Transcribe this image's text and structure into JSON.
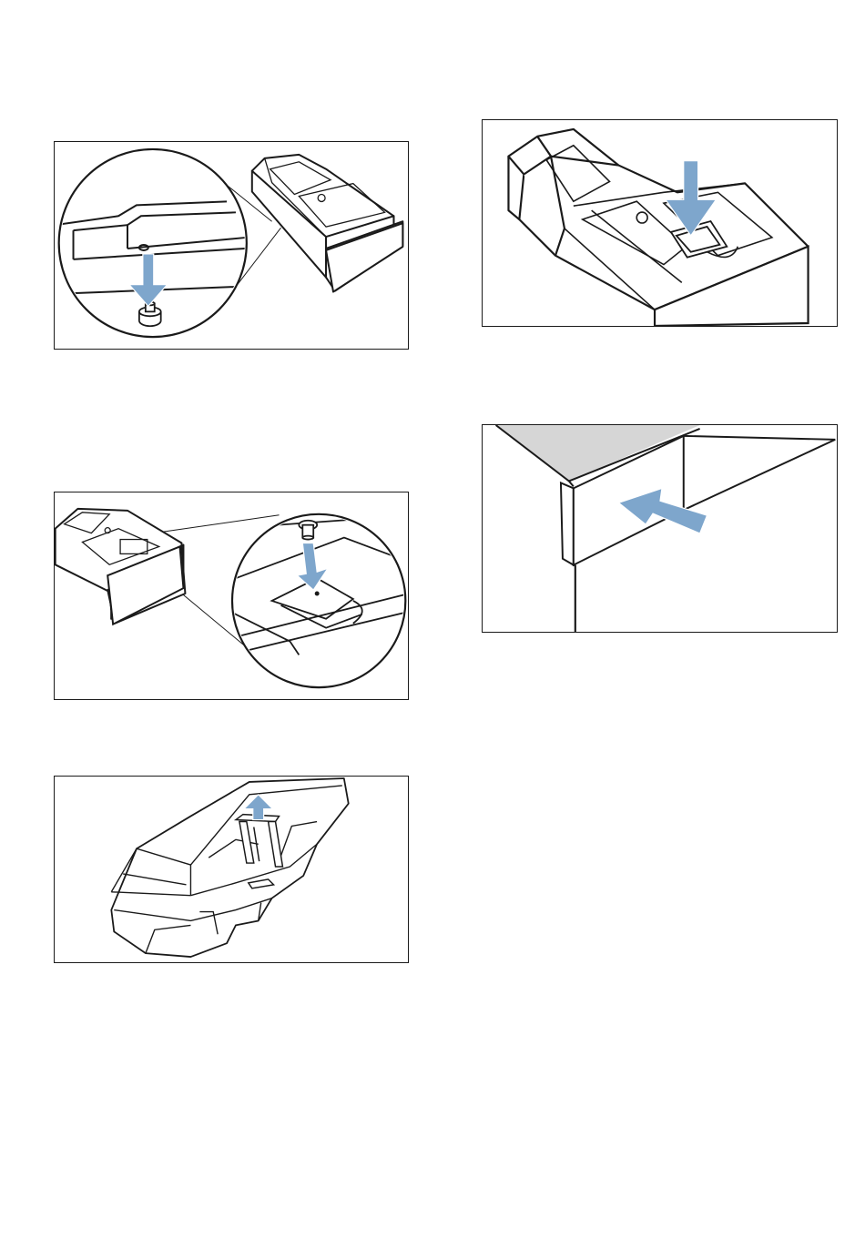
{
  "colors": {
    "arrow": "#7ea6cc",
    "line": "#1a1a1a",
    "panel": "#d6d6d6"
  },
  "figures": [
    {
      "id": "fig1",
      "icon": "remove-siphon-cap-illustration"
    },
    {
      "id": "fig2",
      "icon": "insert-siphon-cap-illustration"
    },
    {
      "id": "fig3",
      "icon": "lift-insert-illustration"
    },
    {
      "id": "fig4",
      "icon": "press-insert-illustration"
    },
    {
      "id": "fig5",
      "icon": "push-drawer-in-illustration"
    }
  ]
}
